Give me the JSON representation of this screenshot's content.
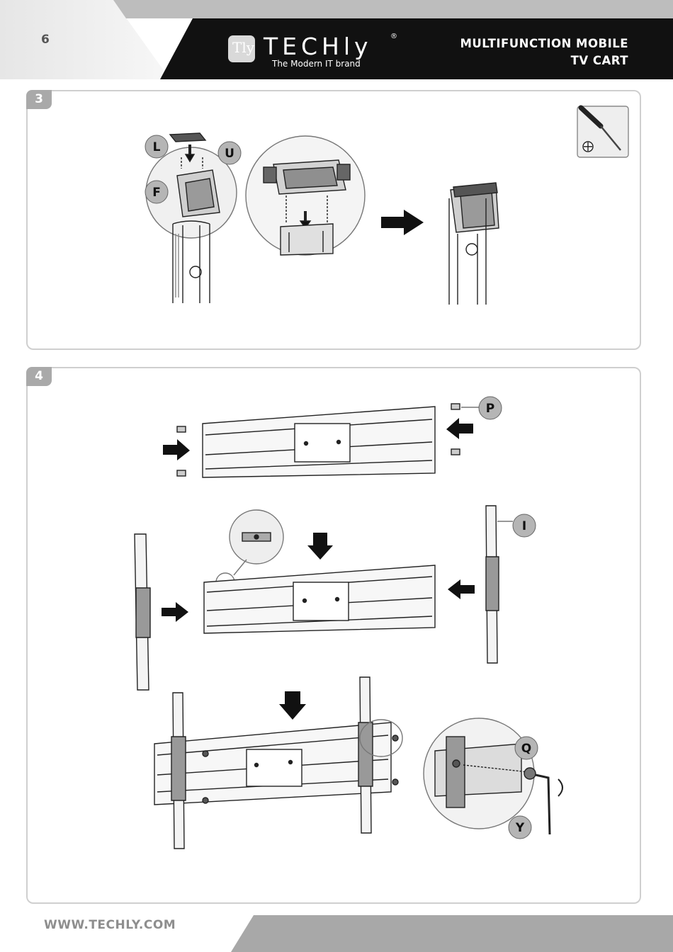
{
  "header": {
    "page_number": "6",
    "brand_mark": "Tly",
    "brand_name": "TECHly",
    "brand_registered": "®",
    "brand_tagline": "The Modern IT brand",
    "title_line1": "MULTIFUNCTION MOBILE",
    "title_line2": "TV CART"
  },
  "step3": {
    "number": "3",
    "callouts": [
      "L",
      "U",
      "F"
    ],
    "tool_icon": "phillips-screwdriver-icon"
  },
  "step4": {
    "number": "4",
    "callouts": [
      "P",
      "I",
      "Q",
      "Y"
    ]
  },
  "footer": {
    "url": "WWW.TECHLY.COM"
  },
  "colors": {
    "header_dark": "#111111",
    "panel_border": "#cfcfcf",
    "step_tab": "#a9a9a9",
    "callout_circle": "#b5b5b5",
    "footer_bar": "#a8a8a8"
  }
}
